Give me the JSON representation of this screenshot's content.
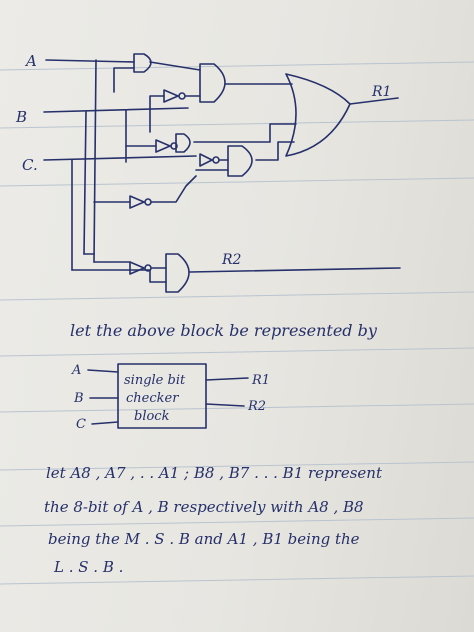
{
  "circuit": {
    "inputs": [
      "A",
      "B",
      "C."
    ],
    "outputs": [
      "R1",
      "R2"
    ]
  },
  "note": {
    "line": "let the above block be represented by"
  },
  "block": {
    "inputs": [
      "A",
      "B",
      "C"
    ],
    "label_lines": [
      "single bit",
      "checker",
      "block"
    ],
    "outputs": [
      "R1",
      "R2"
    ]
  },
  "description": {
    "lines": [
      "let A8 , A7 , . . A1 ; B8 , B7 . . . B1 represent",
      "the 8-bit of A , B respectively with A8 , B8",
      "being the M . S . B and A1 , B1 being the",
      "L . S . B ."
    ]
  },
  "colors": {
    "ink": "#26306a",
    "paper": "#ecebe7"
  }
}
